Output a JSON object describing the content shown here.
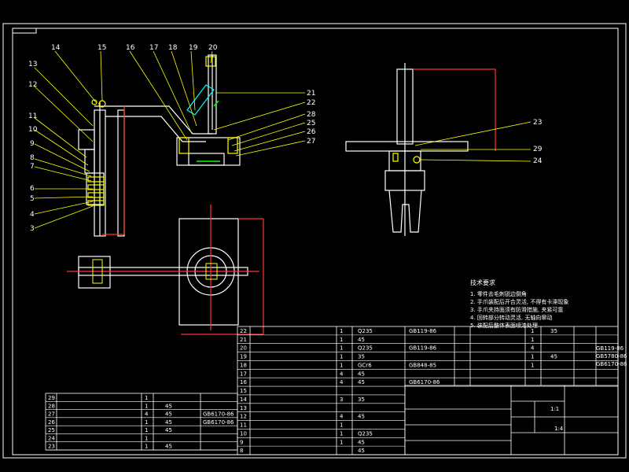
{
  "drawing": {
    "leader_numbers_left": [
      "13",
      "12",
      "11",
      "10",
      "9",
      "8",
      "7",
      "6",
      "5",
      "4",
      "3"
    ],
    "leader_numbers_top": [
      "14",
      "15",
      "16",
      "17",
      "18",
      "19",
      "20"
    ],
    "leader_numbers_right": [
      "21",
      "22",
      "28",
      "25",
      "26",
      "27"
    ],
    "side_view_numbers": [
      "23",
      "29",
      "24"
    ]
  },
  "notes": {
    "title": "技术要求",
    "lines": [
      "1. 零件去毛刺锐边倒角",
      "2. 手爪装配后开合灵活, 不得有卡滞现象",
      "3. 手爪夹持面须有防滑措施, 夹紧可靠",
      "4. 回转部分转动灵活, 无轴向窜动",
      "5. 装配后整体表面喷漆处理"
    ]
  },
  "parts_table_right": {
    "rows": [
      {
        "no": "22",
        "name": "",
        "qty": "1",
        "mat": "Q235",
        "std": "GB119-86"
      },
      {
        "no": "21",
        "name": "",
        "qty": "1",
        "mat": "45",
        "std": ""
      },
      {
        "no": "20",
        "name": "",
        "qty": "1",
        "mat": "Q235",
        "std": "GB119-86"
      },
      {
        "no": "19",
        "name": "",
        "qty": "1",
        "mat": "35",
        "std": ""
      },
      {
        "no": "18",
        "name": "",
        "qty": "1",
        "mat": "GCr6",
        "std": "GB848-85"
      },
      {
        "no": "17",
        "name": "",
        "qty": "4",
        "mat": "45",
        "std": ""
      },
      {
        "no": "16",
        "name": "",
        "qty": "4",
        "mat": "45",
        "std": "GB6170-86"
      },
      {
        "no": "15",
        "name": "",
        "qty": "",
        "mat": "",
        "std": ""
      },
      {
        "no": "14",
        "name": "",
        "qty": "3",
        "mat": "35",
        "std": ""
      },
      {
        "no": "13",
        "name": "",
        "qty": "",
        "mat": "",
        "std": ""
      },
      {
        "no": "12",
        "name": "",
        "qty": "4",
        "mat": "45",
        "std": ""
      },
      {
        "no": "11",
        "name": "",
        "qty": "1",
        "mat": "",
        "std": ""
      },
      {
        "no": "10",
        "name": "",
        "qty": "1",
        "mat": "Q235",
        "std": ""
      },
      {
        "no": "9",
        "name": "",
        "qty": "1",
        "mat": "45",
        "std": ""
      },
      {
        "no": "8",
        "name": "",
        "qty": "",
        "mat": "45",
        "std": ""
      }
    ],
    "right_rows": [
      {
        "qty": "1",
        "mat": "35",
        "std": ""
      },
      {
        "qty": "1",
        "mat": "",
        "std": ""
      },
      {
        "qty": "4",
        "mat": "",
        "std": "GB6170-86"
      },
      {
        "qty": "1",
        "mat": "45",
        "std": "GB6170-86"
      },
      {
        "qty": "1",
        "mat": "",
        "std": ""
      }
    ],
    "std_extra": [
      "GB119-86",
      "GB5780-86",
      "GB6170-86"
    ]
  },
  "parts_table_left": {
    "rows": [
      {
        "no": "29",
        "qty": "1",
        "mat": "",
        "std": ""
      },
      {
        "no": "28",
        "qty": "1",
        "mat": "45",
        "std": ""
      },
      {
        "no": "27",
        "qty": "4",
        "mat": "45",
        "std": "GB6170-86"
      },
      {
        "no": "26",
        "qty": "1",
        "mat": "45",
        "std": "GB6170-86"
      },
      {
        "no": "25",
        "qty": "1",
        "mat": "45",
        "std": ""
      },
      {
        "no": "24",
        "qty": "1",
        "mat": "",
        "std": ""
      },
      {
        "no": "23",
        "qty": "1",
        "mat": "45",
        "std": ""
      }
    ]
  },
  "title_block": {
    "scale": "1:1",
    "sheet": "1:4"
  }
}
